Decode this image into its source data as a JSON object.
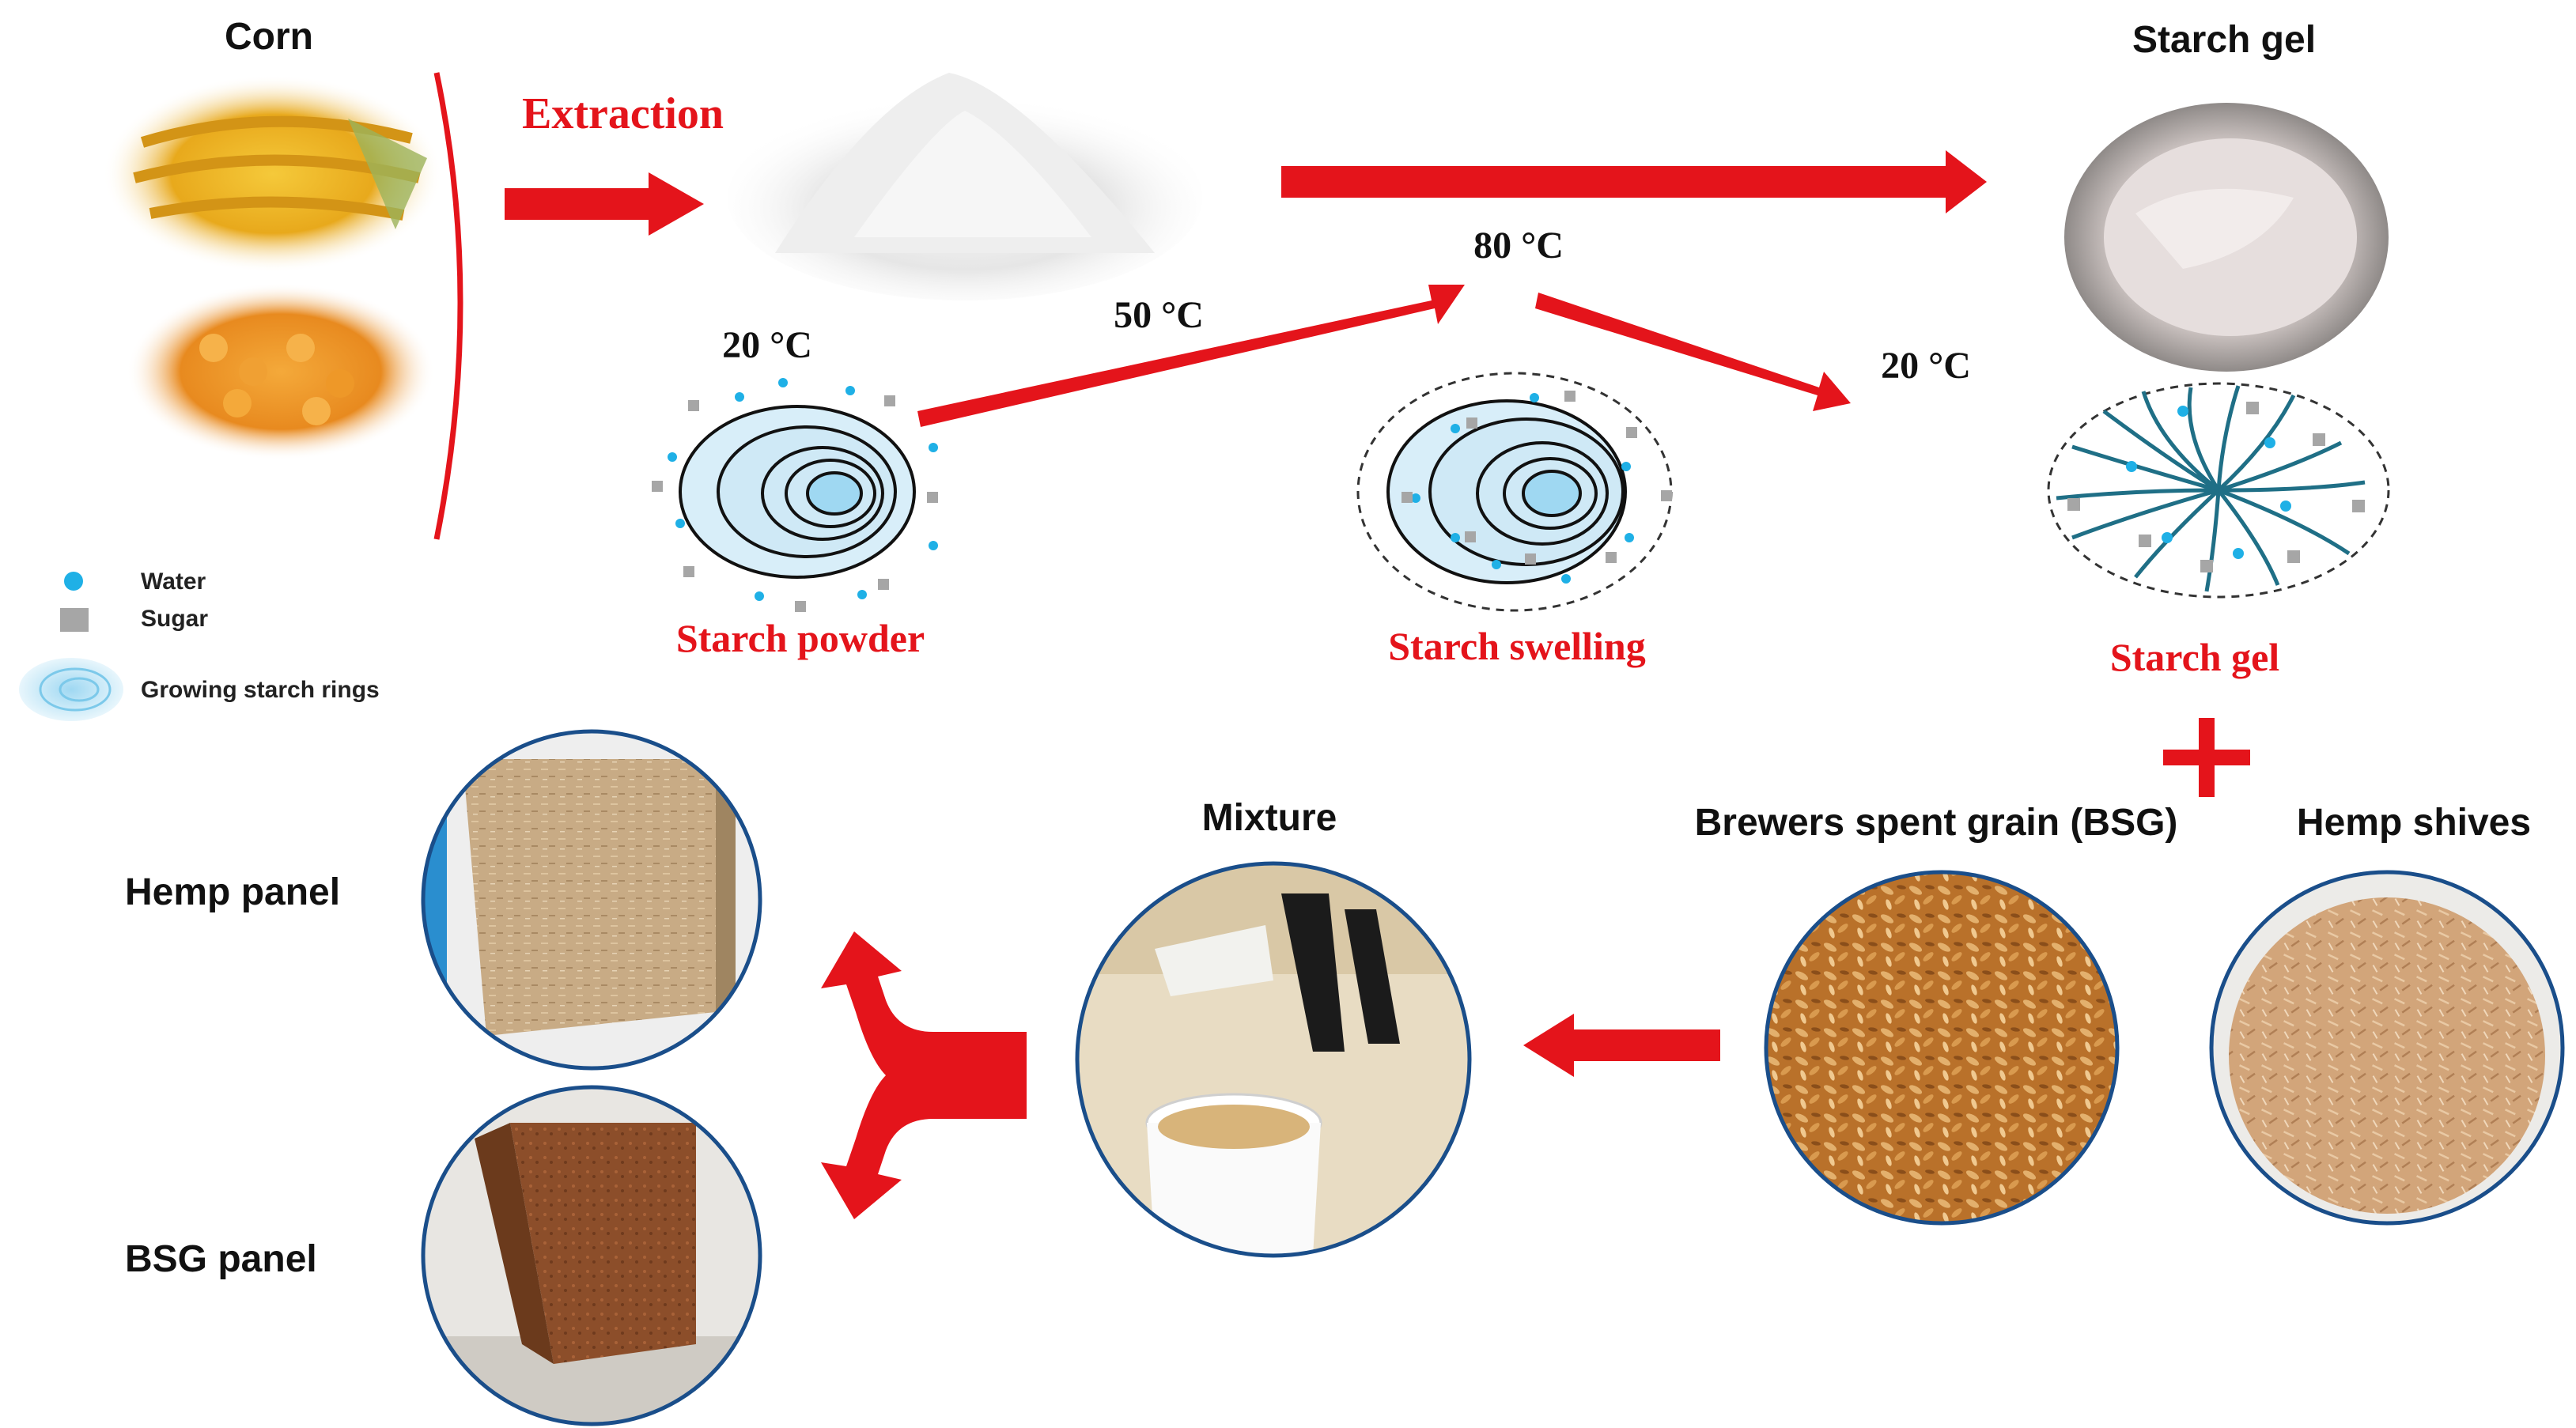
{
  "labels": {
    "corn": "Corn",
    "extraction": "Extraction",
    "starch_gel_top": "Starch gel",
    "temp_80": "80 °C",
    "temp_50": "50 °C",
    "temp_20_left": "20 °C",
    "temp_20_right": "20 °C",
    "starch_powder": "Starch powder",
    "starch_swelling": "Starch swelling",
    "starch_gel": "Starch gel",
    "mixture": "Mixture",
    "bsg": "Brewers spent grain (BSG)",
    "hemp_shives": "Hemp shives",
    "hemp_panel": "Hemp panel",
    "bsg_panel": "BSG panel"
  },
  "legend": {
    "water": "Water",
    "sugar": "Sugar",
    "rings": "Growing starch rings"
  },
  "colors": {
    "arrow_red": "#e4141b",
    "water_blue": "#1fb0e6",
    "sugar_gray": "#a6a6a6",
    "ring_fill": "#cfe9f6",
    "ring_core": "#9fd8f2",
    "gel_strand": "#1f6f86",
    "circle_border": "#1a4e8a"
  }
}
